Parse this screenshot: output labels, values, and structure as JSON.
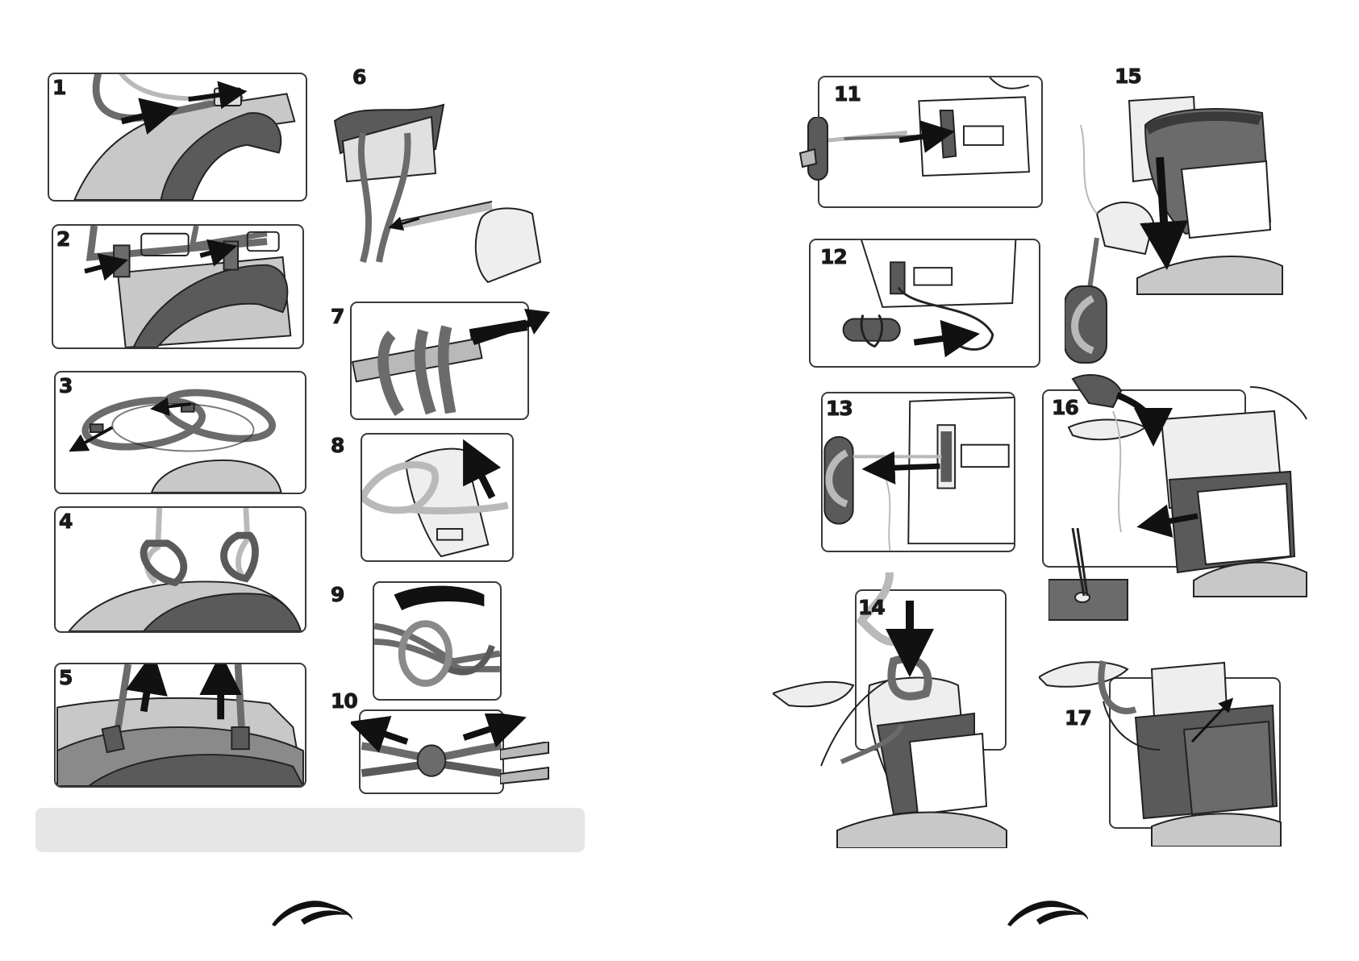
{
  "steps": {
    "s1": "1",
    "s2": "2",
    "s3": "3",
    "s4": "4",
    "s5": "5",
    "s6": "6",
    "s7": "7",
    "s8": "8",
    "s9": "9",
    "s10": "10",
    "s11": "11",
    "s12": "12",
    "s13": "13",
    "s14": "14",
    "s15": "15",
    "s16": "16",
    "s17": "17"
  },
  "colors": {
    "strap_dark": "#6b6b6b",
    "strap_light": "#b9b9b9",
    "fabric_dark": "#5a5a5a",
    "fabric_light": "#c8c8c8",
    "outline": "#222222",
    "note_bar": "#e6e6e6"
  },
  "icons": [
    "brand-logo-icon",
    "arrow-icon"
  ]
}
